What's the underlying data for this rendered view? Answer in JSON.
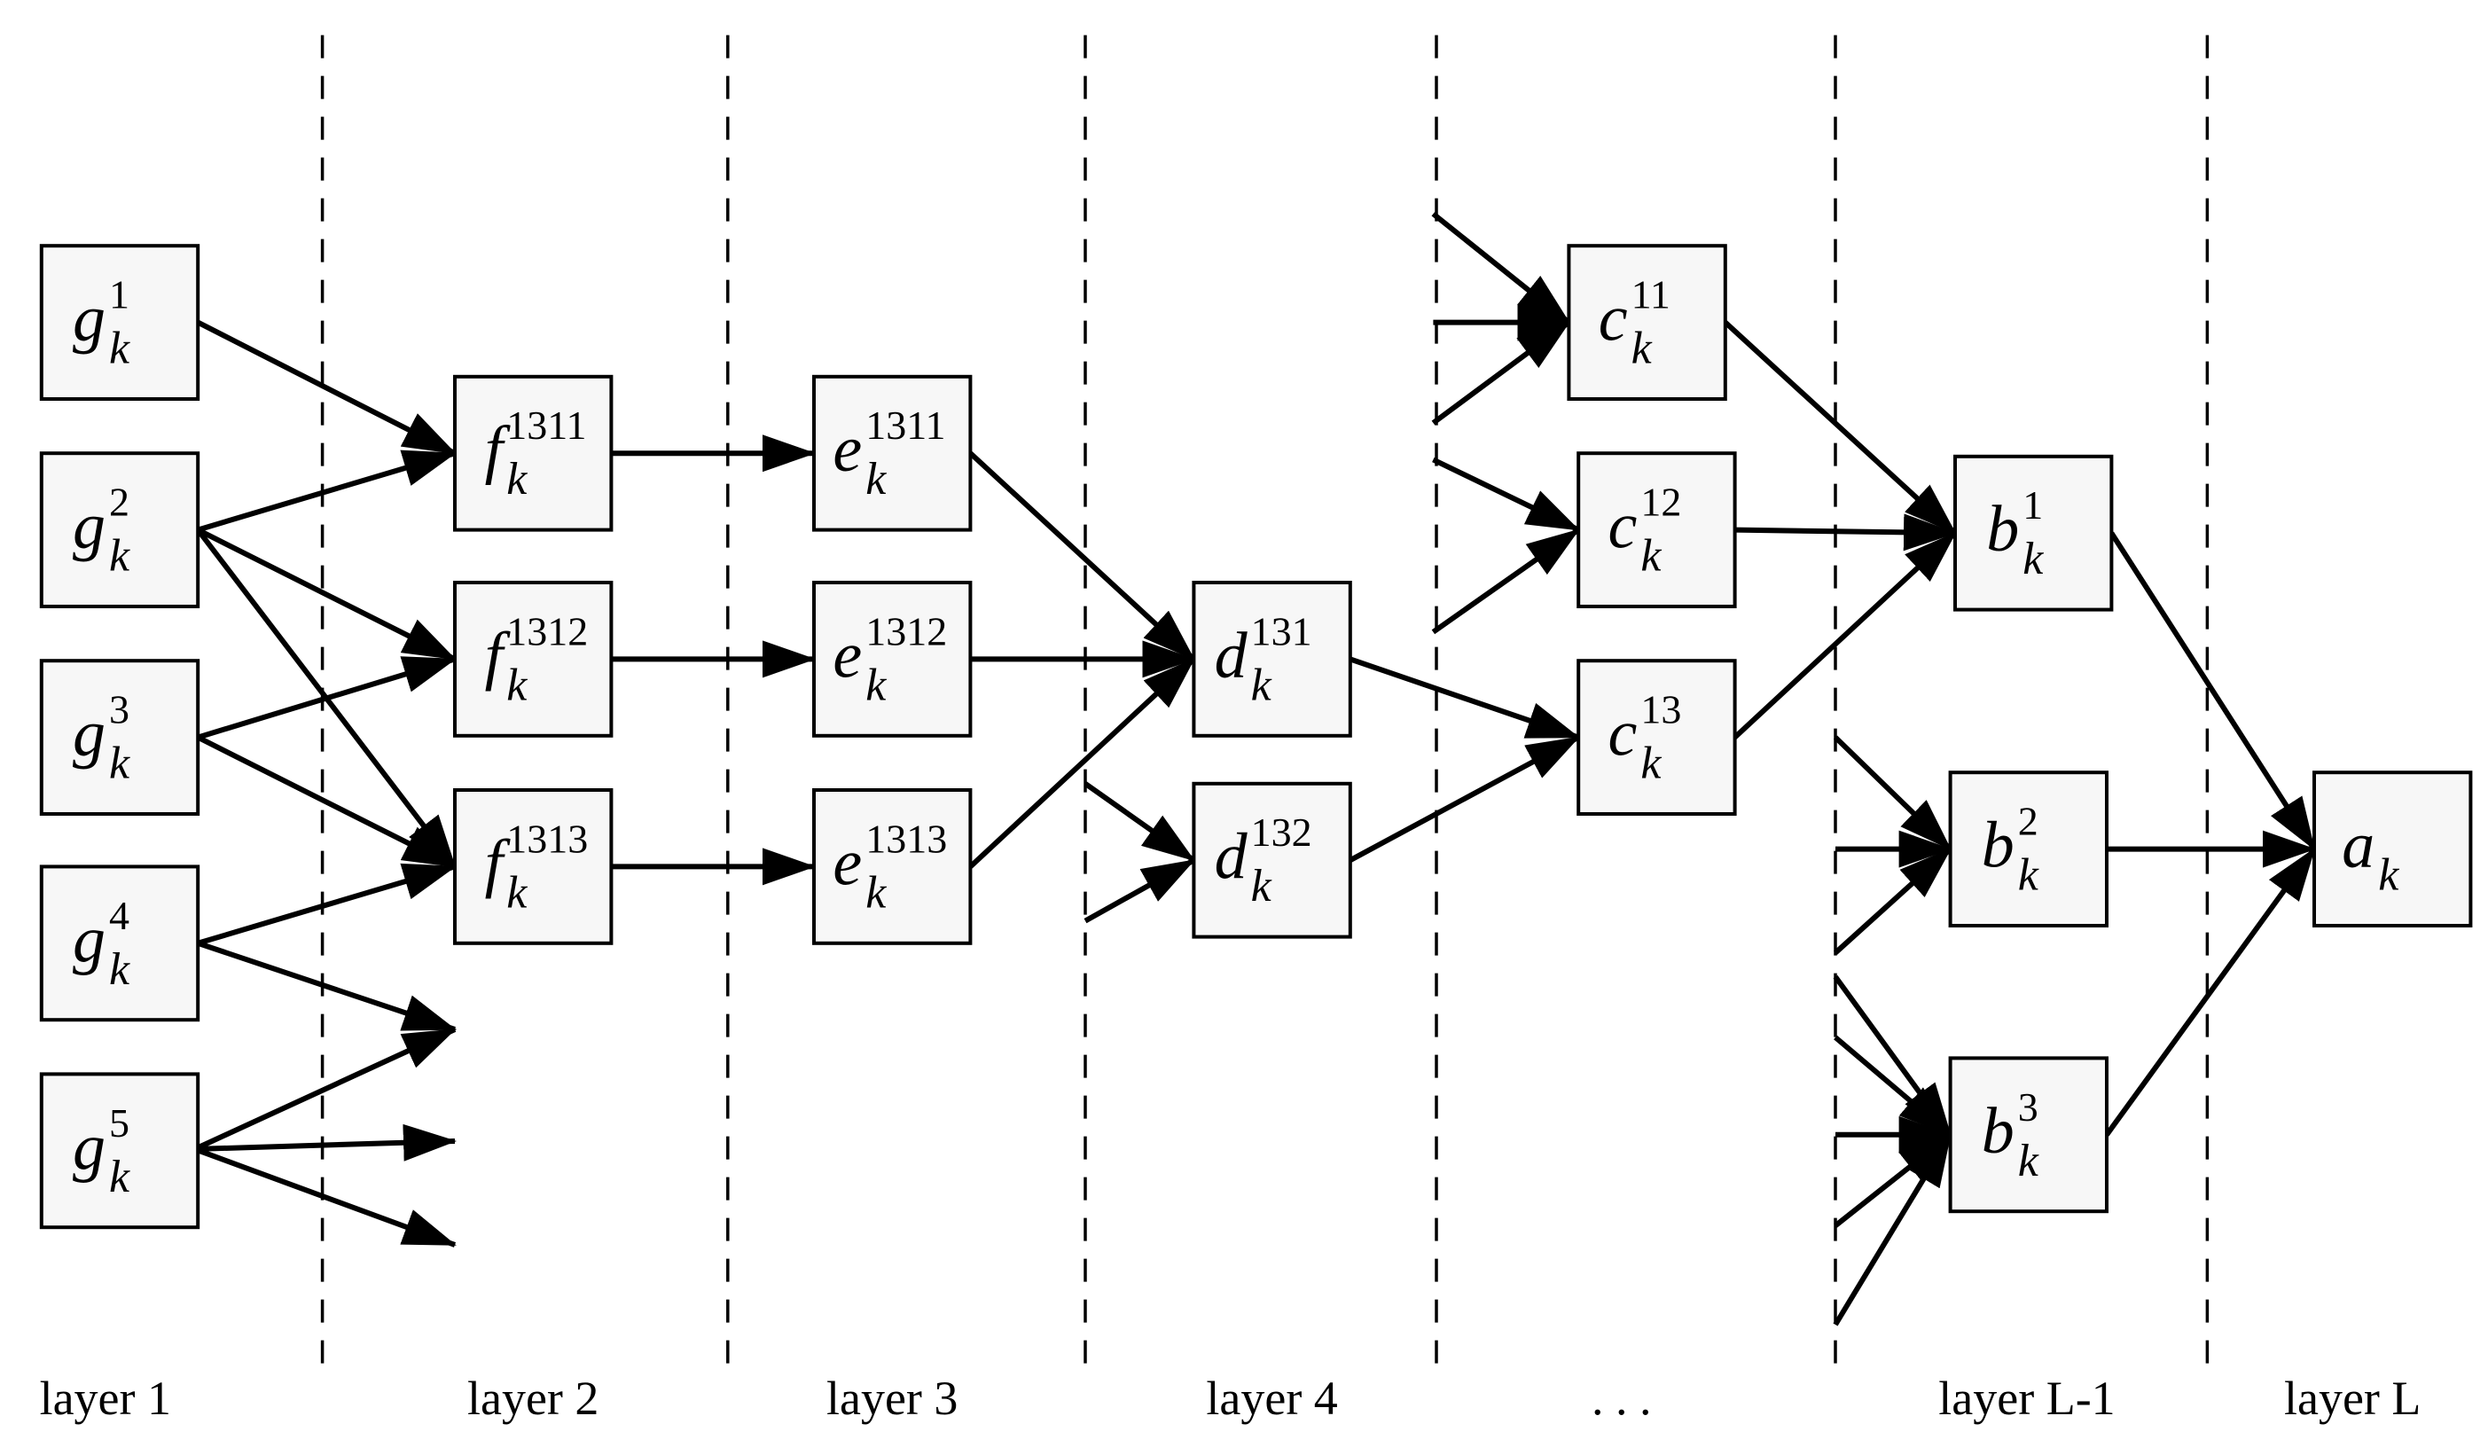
{
  "layers": [
    {
      "id": "layer-1",
      "label": "layer 1"
    },
    {
      "id": "layer-2",
      "label": "layer 2"
    },
    {
      "id": "layer-3",
      "label": "layer 3"
    },
    {
      "id": "layer-4",
      "label": "layer 4"
    },
    {
      "id": "layer-dots",
      "label": ". . ."
    },
    {
      "id": "layer-L-1",
      "label": "layer L-1"
    },
    {
      "id": "layer-L",
      "label": "layer L"
    }
  ],
  "nodes": [
    {
      "id": "g1",
      "symbol": "g",
      "sub": "k",
      "sup": "1"
    },
    {
      "id": "g2",
      "symbol": "g",
      "sub": "k",
      "sup": "2"
    },
    {
      "id": "g3",
      "symbol": "g",
      "sub": "k",
      "sup": "3"
    },
    {
      "id": "g4",
      "symbol": "g",
      "sub": "k",
      "sup": "4"
    },
    {
      "id": "g5",
      "symbol": "g",
      "sub": "k",
      "sup": "5"
    },
    {
      "id": "f1311",
      "symbol": "f",
      "sub": "k",
      "sup": "1311"
    },
    {
      "id": "f1312",
      "symbol": "f",
      "sub": "k",
      "sup": "1312"
    },
    {
      "id": "f1313",
      "symbol": "f",
      "sub": "k",
      "sup": "1313"
    },
    {
      "id": "e1311",
      "symbol": "e",
      "sub": "k",
      "sup": "1311"
    },
    {
      "id": "e1312",
      "symbol": "e",
      "sub": "k",
      "sup": "1312"
    },
    {
      "id": "e1313",
      "symbol": "e",
      "sub": "k",
      "sup": "1313"
    },
    {
      "id": "d131",
      "symbol": "d",
      "sub": "k",
      "sup": "131"
    },
    {
      "id": "d132",
      "symbol": "d",
      "sub": "k",
      "sup": "132"
    },
    {
      "id": "c11",
      "symbol": "c",
      "sub": "k",
      "sup": "11"
    },
    {
      "id": "c12",
      "symbol": "c",
      "sub": "k",
      "sup": "12"
    },
    {
      "id": "c13",
      "symbol": "c",
      "sub": "k",
      "sup": "13"
    },
    {
      "id": "b1",
      "symbol": "b",
      "sub": "k",
      "sup": "1"
    },
    {
      "id": "b2",
      "symbol": "b",
      "sub": "k",
      "sup": "2"
    },
    {
      "id": "b3",
      "symbol": "b",
      "sub": "k",
      "sup": "3"
    },
    {
      "id": "a",
      "symbol": "a",
      "sub": "k",
      "sup": ""
    }
  ],
  "edges": [
    {
      "from": "g1",
      "to": "f1311"
    },
    {
      "from": "g2",
      "to": "f1311"
    },
    {
      "from": "g2",
      "to": "f1312"
    },
    {
      "from": "g2",
      "to": "f1313"
    },
    {
      "from": "g3",
      "to": "f1312"
    },
    {
      "from": "g3",
      "to": "f1313"
    },
    {
      "from": "g4",
      "to": "f1313"
    },
    {
      "from": "f1311",
      "to": "e1311"
    },
    {
      "from": "f1312",
      "to": "e1312"
    },
    {
      "from": "f1313",
      "to": "e1313"
    },
    {
      "from": "e1311",
      "to": "d131"
    },
    {
      "from": "e1312",
      "to": "d131"
    },
    {
      "from": "e1313",
      "to": "d131"
    },
    {
      "from": "d131",
      "to": "c13"
    },
    {
      "from": "d132",
      "to": "c13"
    },
    {
      "from": "c11",
      "to": "b1"
    },
    {
      "from": "c12",
      "to": "b1"
    },
    {
      "from": "c13",
      "to": "b1"
    },
    {
      "from": "b1",
      "to": "a"
    },
    {
      "from": "b2",
      "to": "a"
    },
    {
      "from": "b3",
      "to": "a"
    }
  ]
}
